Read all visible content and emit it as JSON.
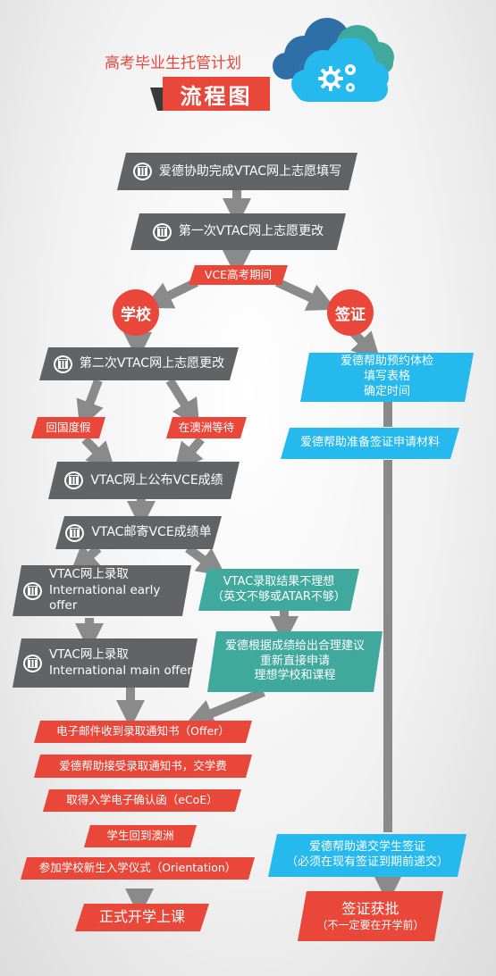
{
  "header": {
    "subtitle": "高考毕业生托管计划",
    "title": "流程图"
  },
  "left_steps": {
    "step1": "爱德协助完成VTAC网上志愿填写",
    "step2": "第一次VTAC网上志愿更改",
    "vce_period": "VCE高考期间",
    "branch_school": "学校",
    "branch_visa": "签证",
    "step3": "第二次VTAC网上志愿更改",
    "option_home": "回国度假",
    "option_stay": "在澳洲等待",
    "step4": "VTAC网上公布VCE成绩",
    "step5": "VTAC邮寄VCE成绩单",
    "early_offer_line1": "VTAC网上录取",
    "early_offer_line2": "International early offer",
    "main_offer_line1": "VTAC网上录取",
    "main_offer_line2": "International main offer",
    "bad_result_line1": "VTAC录取结果不理想",
    "bad_result_line2": "（英文不够或ATAR不够）",
    "advice_line1": "爱德根据成绩给出合理建议",
    "advice_line2": "重新直接申请",
    "advice_line3": "理想学校和课程",
    "offer_email": "电子邮件收到录取通知书（Offer）",
    "accept_offer": "爱德帮助接受录取通知书，交学费",
    "ecoe": "取得入学电子确认函（eCoE）",
    "return": "学生回到澳洲",
    "orientation": "参加学校新生入学仪式（Orientation）",
    "start": "正式开学上课"
  },
  "right_steps": {
    "medical_line1": "爱德帮助预约体检",
    "medical_line2": "填写表格",
    "medical_line3": "确定时间",
    "visa_docs": "爱德帮助准备签证申请材料",
    "submit_line1": "爱德帮助递交学生签证",
    "submit_line2": "（必须在现有签证到期前递交）",
    "approved_line1": "签证获批",
    "approved_line2": "（不一定要在开学前）"
  },
  "colors": {
    "gray": "#626365",
    "red": "#e8473a",
    "blue": "#26b9ee",
    "teal": "#3ea99c",
    "arrow": "#8a8a8a"
  },
  "icons": [
    "calendar-icon",
    "cloud-gear-icon"
  ]
}
